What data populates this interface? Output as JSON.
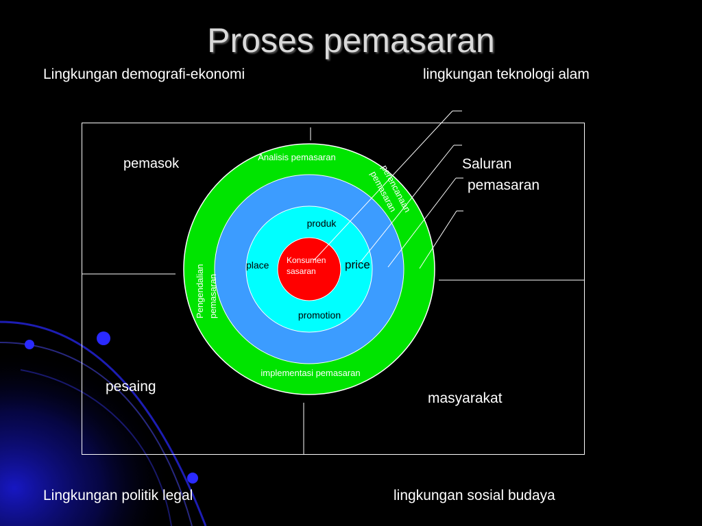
{
  "slide": {
    "title": "Proses pemasaran",
    "env": {
      "top_left": "Lingkungan demografi-ekonomi",
      "top_right": "lingkungan teknologi alam",
      "bottom_left": "Lingkungan politik legal",
      "bottom_right": "lingkungan sosial budaya"
    },
    "quadrants": {
      "supplier": "pemasok",
      "channel_line1": "Saluran",
      "channel_line2": "pemasaran",
      "competitor": "pesaing",
      "society": "masyarakat"
    },
    "rings": {
      "outer_top": "Analisis pemasaran",
      "outer_bottom": "implementasi pemasaran",
      "outer_left_1": "Pengendalian",
      "outer_left_2": "pemasaran",
      "outer_right_1": "perencanaan",
      "outer_right_2": "pemasaran"
    },
    "mix": {
      "product": "produk",
      "place": "place",
      "price": "price",
      "promotion": "promotion"
    },
    "core": {
      "line1": "Konsumen",
      "line2": "sasaran"
    }
  },
  "colors": {
    "background": "#000000",
    "outer_ring": "#00e400",
    "middle_ring": "#3c9cff",
    "inner_ring": "#00ffff",
    "core": "#ff0000",
    "accent_blue": "#0000cc"
  }
}
